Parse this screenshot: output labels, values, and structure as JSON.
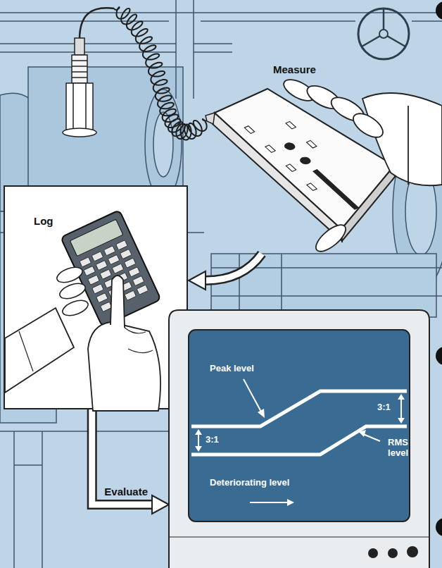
{
  "diagram": {
    "nodes": [
      {
        "text": [
          "Log"
        ]
      },
      {
        "text": [
          "Peak level",
          "3:1",
          "3:1",
          "RMS level",
          "Deteriorating level"
        ]
      }
    ],
    "edges": [
      {
        "from": 0,
        "to": 1,
        "arrow": "to",
        "label": "Evaluate"
      }
    ],
    "labels": [
      "Measure"
    ]
  }
}
